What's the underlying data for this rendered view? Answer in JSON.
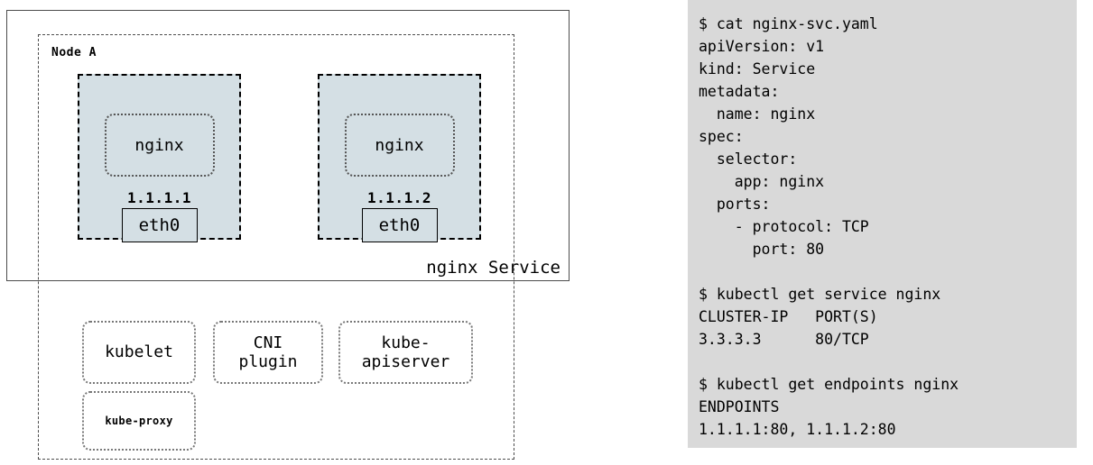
{
  "diagram": {
    "service": {
      "label": "nginx Service"
    },
    "node": {
      "label": "Node A"
    },
    "pods": [
      {
        "container_label": "nginx",
        "ip": "1.1.1.1",
        "interface": "eth0"
      },
      {
        "container_label": "nginx",
        "ip": "1.1.1.2",
        "interface": "eth0"
      }
    ],
    "components": [
      {
        "label": "kubelet"
      },
      {
        "label": "CNI\nplugin"
      },
      {
        "label": "kube-\napiserver"
      },
      {
        "label": "kube-proxy"
      }
    ]
  },
  "terminal": {
    "background_color": "#d9d9d9",
    "text": "$ cat nginx-svc.yaml\napiVersion: v1\nkind: Service\nmetadata:\n  name: nginx\nspec:\n  selector:\n    app: nginx\n  ports:\n    - protocol: TCP\n      port: 80\n\n$ kubectl get service nginx\nCLUSTER-IP   PORT(S)\n3.3.3.3      80/TCP\n\n$ kubectl get endpoints nginx\nENDPOINTS\n1.1.1.1:80, 1.1.1.2:80",
    "commands": [
      {
        "prompt": "$ cat nginx-svc.yaml",
        "output": [
          "apiVersion: v1",
          "kind: Service",
          "metadata:",
          "  name: nginx",
          "spec:",
          "  selector:",
          "    app: nginx",
          "  ports:",
          "    - protocol: TCP",
          "      port: 80"
        ]
      },
      {
        "prompt": "$ kubectl get service nginx",
        "output": [
          "CLUSTER-IP   PORT(S)",
          "3.3.3.3      80/TCP"
        ],
        "table": {
          "headers": [
            "CLUSTER-IP",
            "PORT(S)"
          ],
          "rows": [
            [
              "3.3.3.3",
              "80/TCP"
            ]
          ]
        }
      },
      {
        "prompt": "$ kubectl get endpoints nginx",
        "output": [
          "ENDPOINTS",
          "1.1.1.1:80, 1.1.1.2:80"
        ],
        "table": {
          "headers": [
            "ENDPOINTS"
          ],
          "rows": [
            [
              "1.1.1.1:80, 1.1.1.2:80"
            ]
          ]
        }
      }
    ]
  },
  "colors": {
    "pod_fill": "#d4dfe4",
    "terminal_bg": "#d9d9d9",
    "stroke": "#4d4d4d",
    "dotted_stroke": "#777777",
    "page_bg": "#ffffff"
  }
}
